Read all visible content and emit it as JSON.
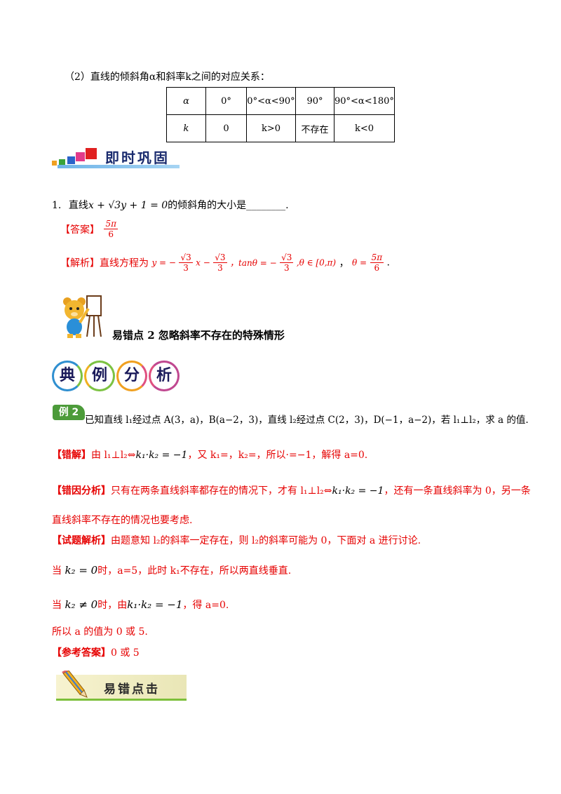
{
  "section2_intro": "（2）直线的倾斜角α和斜率k之间的对应关系：",
  "table": {
    "row1": [
      "α",
      "0°",
      "0°<α<90°",
      "90°",
      "90°<α<180°"
    ],
    "row2": [
      "k",
      "0",
      "k>0",
      "不存在",
      "k<0"
    ]
  },
  "banner_jishi": "即时巩固",
  "q1": {
    "number": "1.",
    "prefix": "直线",
    "equation": "x + √3y + 1 = 0",
    "suffix": "的倾斜角的大小是",
    "blank": "________",
    "end": "."
  },
  "answer1": {
    "label": "【答案】",
    "num": "5π",
    "den": "6"
  },
  "analysis1": {
    "label": "【解析】",
    "text": "直线方程为",
    "y_eq": "y = −",
    "f1_num": "√3",
    "f1_den": "3",
    "x_minus": "x −",
    "f2_num": "√3",
    "f2_den": "3",
    "tan_text": "，tanθ = −",
    "f3_num": "√3",
    "f3_den": "3",
    "theta_range": ",θ ∈ [0,π)",
    "comma": "，",
    "theta_eq": "θ =",
    "f4_num": "5π",
    "f4_den": "6",
    "end": "."
  },
  "section_heading": "易错点 2  忽略斜率不存在的特殊情形",
  "dianli": [
    "典",
    "例",
    "分",
    "析"
  ],
  "example_badge": "例 2",
  "example_text": "已知直线 l₁经过点 A(3，a)，B(a−2，3)，直线 l₂经过点 C(2，3)，D(−1，a−2)，若 l₁⊥l₂，求 a 的值.",
  "wrong_solution": {
    "label": "【错解】",
    "text_a": "由 l₁⊥l₂⇔",
    "formula": "k₁·k₂ = −1",
    "text_b": "，又 k₁=，k₂=，所以·=−1，解得 a=0."
  },
  "error_analysis": {
    "label": "【错因分析】",
    "text_a": "只有在两条直线斜率都存在的情况下，才有 l₁⊥l₂⇔",
    "formula": "k₁·k₂ = −1",
    "text_b": "，还有一条直线斜率为 0，另一条",
    "line2": "直线斜率不存在的情况也要考虑."
  },
  "solution": {
    "label": "【试题解析】",
    "text": "由题意知 l₂的斜率一定存在，则 l₂的斜率可能为 0，下面对 a 进行讨论.",
    "case1_a": "当",
    "case1_formula": "k₂ = 0",
    "case1_b": "时，a=5，此时 k₁不存在，所以两直线垂直.",
    "case2_a": "当",
    "case2_formula": "k₂ ≠ 0",
    "case2_b": "时，由",
    "case2_formula2": "k₁·k₂ = −1",
    "case2_c": "，得 a=0.",
    "conclusion": "所以 a 的值为 0 或 5."
  },
  "reference": {
    "label": "【参考答案】",
    "text": "0 或 5"
  },
  "banner_yicuo": "易错点击",
  "colors": {
    "red": "#e60000",
    "banner_blue": "#1a2b6e",
    "badge_green": "#4c9b3a"
  }
}
